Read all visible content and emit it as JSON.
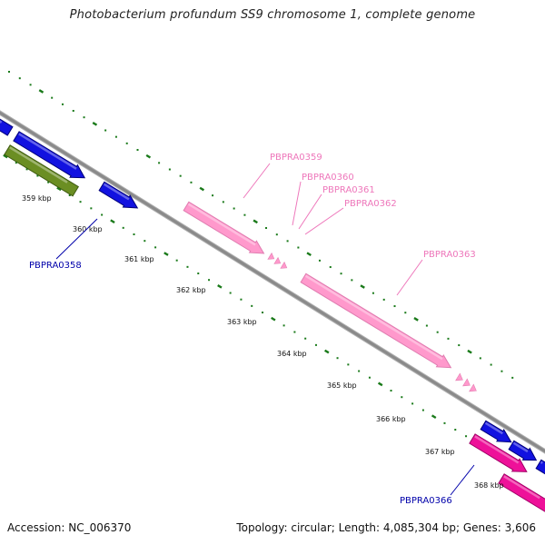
{
  "title": "Photobacterium profundum SS9 chromosome 1, complete genome",
  "footer": {
    "accession": "Accession: NC_006370",
    "summary": "Topology: circular; Length: 4,085,304 bp; Genes: 3,606"
  },
  "colors": {
    "backbone": "#8a8a8a",
    "tick": "#1a7a1a",
    "highlight_gene": "#ff99cc",
    "highlight_label": "#ee77bb",
    "gene_blue": "#1212e0",
    "gene_olive": "#6b8e23",
    "gene_magenta": "#ee1199",
    "label_blue": "#0000aa"
  },
  "ticks": [
    "359 kbp",
    "360 kbp",
    "361 kbp",
    "362 kbp",
    "363 kbp",
    "364 kbp",
    "365 kbp",
    "366 kbp",
    "367 kbp",
    "368 kbp"
  ],
  "gene_labels": [
    {
      "name": "PBPRA0358",
      "color": "label_blue"
    },
    {
      "name": "PBPRA0359",
      "color": "highlight_label"
    },
    {
      "name": "PBPRA0360",
      "color": "highlight_label"
    },
    {
      "name": "PBPRA0361",
      "color": "highlight_label"
    },
    {
      "name": "PBPRA0362",
      "color": "highlight_label"
    },
    {
      "name": "PBPRA0363",
      "color": "highlight_label"
    },
    {
      "name": "PBPRA0366",
      "color": "label_blue"
    }
  ]
}
